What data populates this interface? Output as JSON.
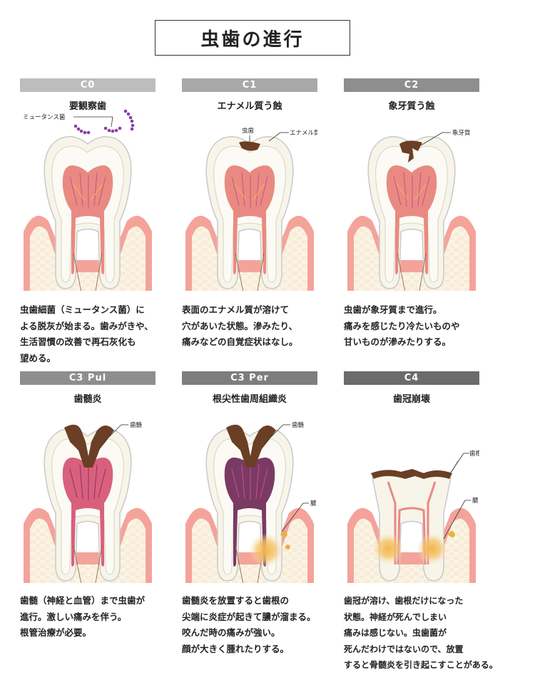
{
  "title": "虫歯の進行",
  "colors": {
    "c0": "#bdbdbd",
    "c1": "#a8a8a8",
    "c2": "#8e8e8e",
    "c3pul": "#8e8e8e",
    "c3per": "#7d7d7d",
    "c4": "#6b6b6b",
    "gum": "#f4a39a",
    "bone": "#fbf3e4",
    "enamel": "#f7f4e9",
    "pulp": "#e98a82",
    "decay": "#6a3f25",
    "pus": "#e8b23c"
  },
  "stages": [
    {
      "code": "C0",
      "name": "要観察歯",
      "labels": [
        "ミュータンス菌"
      ],
      "desc": [
        "虫歯細菌（ミュータンス菌）に",
        "よる脱灰が始まる。歯みがきや、",
        "生活習慣の改善で再石灰化も",
        "望める。"
      ]
    },
    {
      "code": "C1",
      "name": "エナメル質う蝕",
      "labels": [
        "虫歯",
        "エナメル質"
      ],
      "desc": [
        "表面のエナメル質が溶けて",
        "穴があいた状態。滲みたり、",
        "痛みなどの自覚症状はなし。"
      ]
    },
    {
      "code": "C2",
      "name": "象牙質う蝕",
      "labels": [
        "象牙質"
      ],
      "desc": [
        "虫歯が象牙質まで進行。",
        "痛みを感じたり冷たいものや",
        "甘いものが滲みたりする。"
      ]
    },
    {
      "code": "C3 Pul",
      "name": "歯髄炎",
      "labels": [
        "歯髄"
      ],
      "desc": [
        "歯髄（神経と血管）まで虫歯が",
        "進行。激しい痛みを伴う。",
        "根管治療が必要。"
      ]
    },
    {
      "code": "C3 Per",
      "name": "根尖性歯周組織炎",
      "labels": [
        "歯髄",
        "膿"
      ],
      "desc": [
        "歯髄炎を放置すると歯根の",
        "尖端に炎症が起きて膿が溜まる。",
        "咬んだ時の痛みが強い。",
        "顔が大きく腫れたりする。"
      ]
    },
    {
      "code": "C4",
      "name": "歯冠崩壊",
      "labels": [
        "歯根",
        "膿"
      ],
      "desc": [
        "歯冠が溶け、歯根だけになった",
        "状態。神経が死んでしまい",
        "痛みは感じない。虫歯菌が",
        "死んだわけではないので、放置",
        "すると骨髄炎を引き起こすことがある。"
      ]
    }
  ]
}
